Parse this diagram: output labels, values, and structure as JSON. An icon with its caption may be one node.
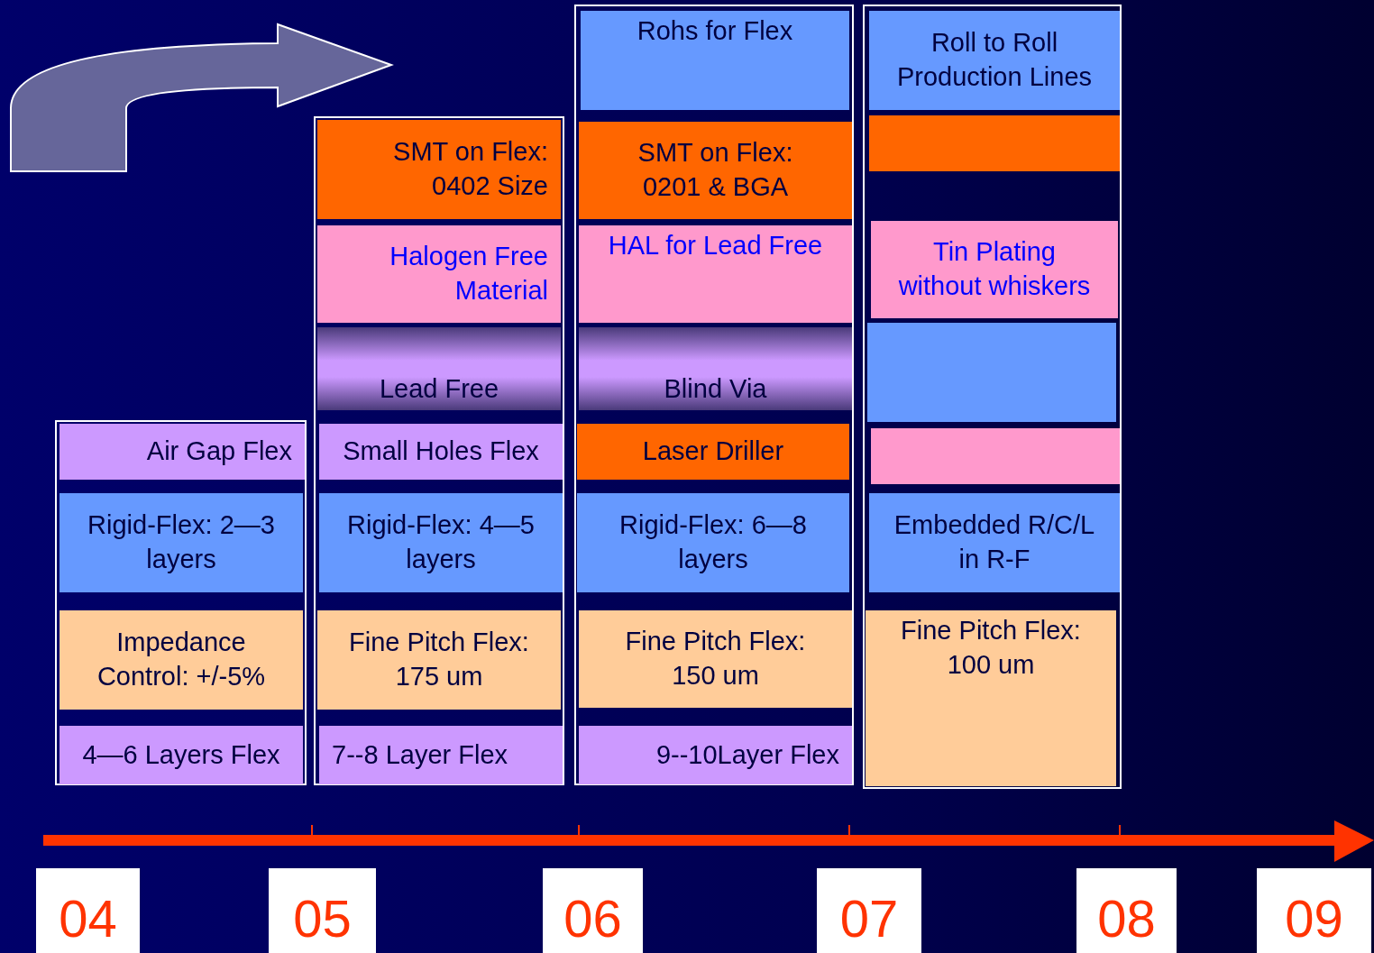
{
  "diagram": {
    "nodes": [
      {
        "text": [
          "Air Gap Flex"
        ]
      },
      {
        "text": [
          "Rigid-Flex: 2—3 layers"
        ]
      },
      {
        "text": [
          "Impedance Control: +/-5%"
        ]
      },
      {
        "text": [
          "4—6 Layers Flex"
        ]
      },
      {
        "text": [
          "SMT on Flex: 0402 Size"
        ]
      },
      {
        "text": [
          "Halogen Free Material"
        ]
      },
      {
        "text": [
          "Lead Free"
        ]
      },
      {
        "text": [
          "Small Holes Flex"
        ]
      },
      {
        "text": [
          "Rigid-Flex: 4—5 layers"
        ]
      },
      {
        "text": [
          "Fine Pitch Flex: 175 um"
        ]
      },
      {
        "text": [
          "7--8 Layer Flex"
        ]
      },
      {
        "text": [
          "Rohs for Flex"
        ]
      },
      {
        "text": [
          "SMT on Flex: 0201 & BGA"
        ]
      },
      {
        "text": [
          "HAL for Lead Free"
        ]
      },
      {
        "text": [
          "Blind Via"
        ]
      },
      {
        "text": [
          "Laser Driller"
        ]
      },
      {
        "text": [
          "Rigid-Flex: 6—8 layers"
        ]
      },
      {
        "text": [
          "Fine Pitch Flex: 150 um"
        ]
      },
      {
        "text": [
          "9--10Layer Flex"
        ]
      },
      {
        "text": [
          "Roll to Roll Production Lines"
        ]
      },
      {
        "text": [],
        "shape": "box"
      },
      {
        "text": [
          "Tin Plating without whiskers"
        ]
      },
      {
        "text": [],
        "shape": "box"
      },
      {
        "text": [],
        "shape": "box"
      },
      {
        "text": [
          "Embedded R/C/L in R-F"
        ]
      },
      {
        "text": [
          "Fine Pitch Flex: 100 um"
        ]
      },
      {
        "text": [
          "04"
        ]
      },
      {
        "text": [
          "05"
        ]
      },
      {
        "text": [
          "06"
        ]
      },
      {
        "text": [
          "07"
        ]
      },
      {
        "text": [
          "08"
        ]
      },
      {
        "text": [
          "09"
        ]
      }
    ]
  }
}
